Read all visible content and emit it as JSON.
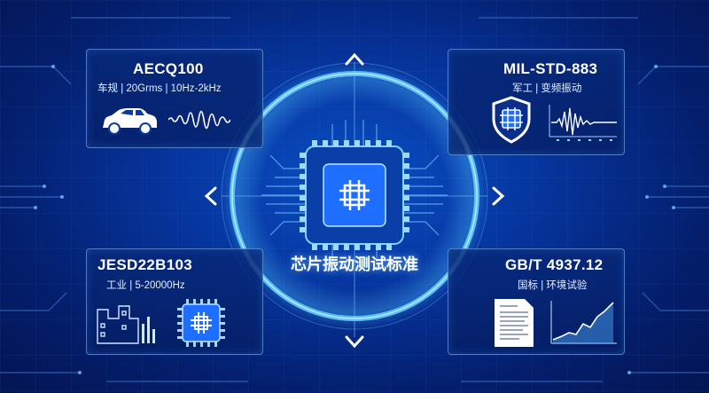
{
  "center": {
    "title": "芯片振动测试标准"
  },
  "panels": {
    "top_left": {
      "title": "AECQ100",
      "subtitle": "车规 | 20Grms | 10Hz-2kHz",
      "icons": [
        "car-icon",
        "vibration-wave-icon"
      ]
    },
    "top_right": {
      "title": "MIL-STD-883",
      "subtitle": "军工 | 变频振动",
      "icons": [
        "shield-chip-icon",
        "vibration-chart-icon"
      ]
    },
    "bottom_left": {
      "title": "JESD22B103",
      "subtitle": "工业 | 5-20000Hz",
      "icons": [
        "factory-icon",
        "chip-icon"
      ]
    },
    "bottom_right": {
      "title": "GB/T 4937.12",
      "subtitle": "国标 | 环境试验",
      "icons": [
        "document-icon",
        "line-chart-icon"
      ]
    }
  },
  "colors": {
    "accent": "#3fa9ff",
    "glow": "#7fd4ff",
    "chip": "#1e6fff"
  }
}
